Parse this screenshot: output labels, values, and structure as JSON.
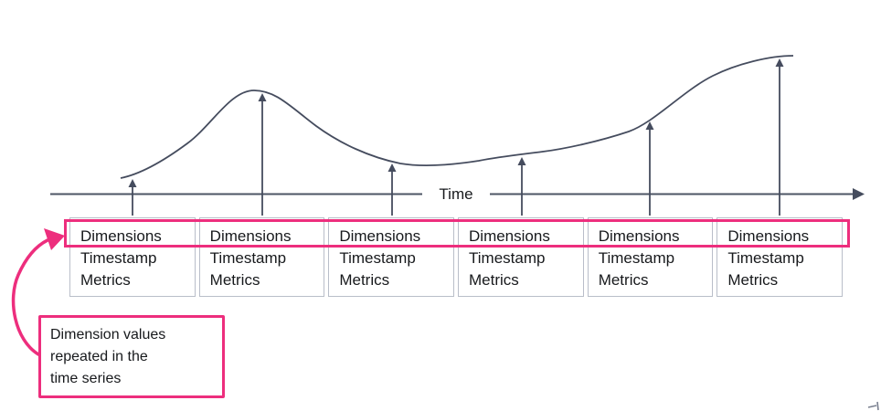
{
  "diagram": {
    "axis_label": "Time",
    "records": [
      {
        "dimensions": "Dimensions",
        "timestamp": "Timestamp",
        "metrics": "Metrics"
      },
      {
        "dimensions": "Dimensions",
        "timestamp": "Timestamp",
        "metrics": "Metrics"
      },
      {
        "dimensions": "Dimensions",
        "timestamp": "Timestamp",
        "metrics": "Metrics"
      },
      {
        "dimensions": "Dimensions",
        "timestamp": "Timestamp",
        "metrics": "Metrics"
      },
      {
        "dimensions": "Dimensions",
        "timestamp": "Timestamp",
        "metrics": "Metrics"
      },
      {
        "dimensions": "Dimensions",
        "timestamp": "Timestamp",
        "metrics": "Metrics"
      }
    ],
    "callout": {
      "line1": "Dimension values",
      "line2": "repeated in the",
      "line3": "time series"
    },
    "colors": {
      "highlight_pink": "#ed2e7d",
      "curve_stroke": "#454c5e",
      "axis_stroke": "#4d5464",
      "box_border": "#b9bec9",
      "text": "#17191c"
    }
  }
}
